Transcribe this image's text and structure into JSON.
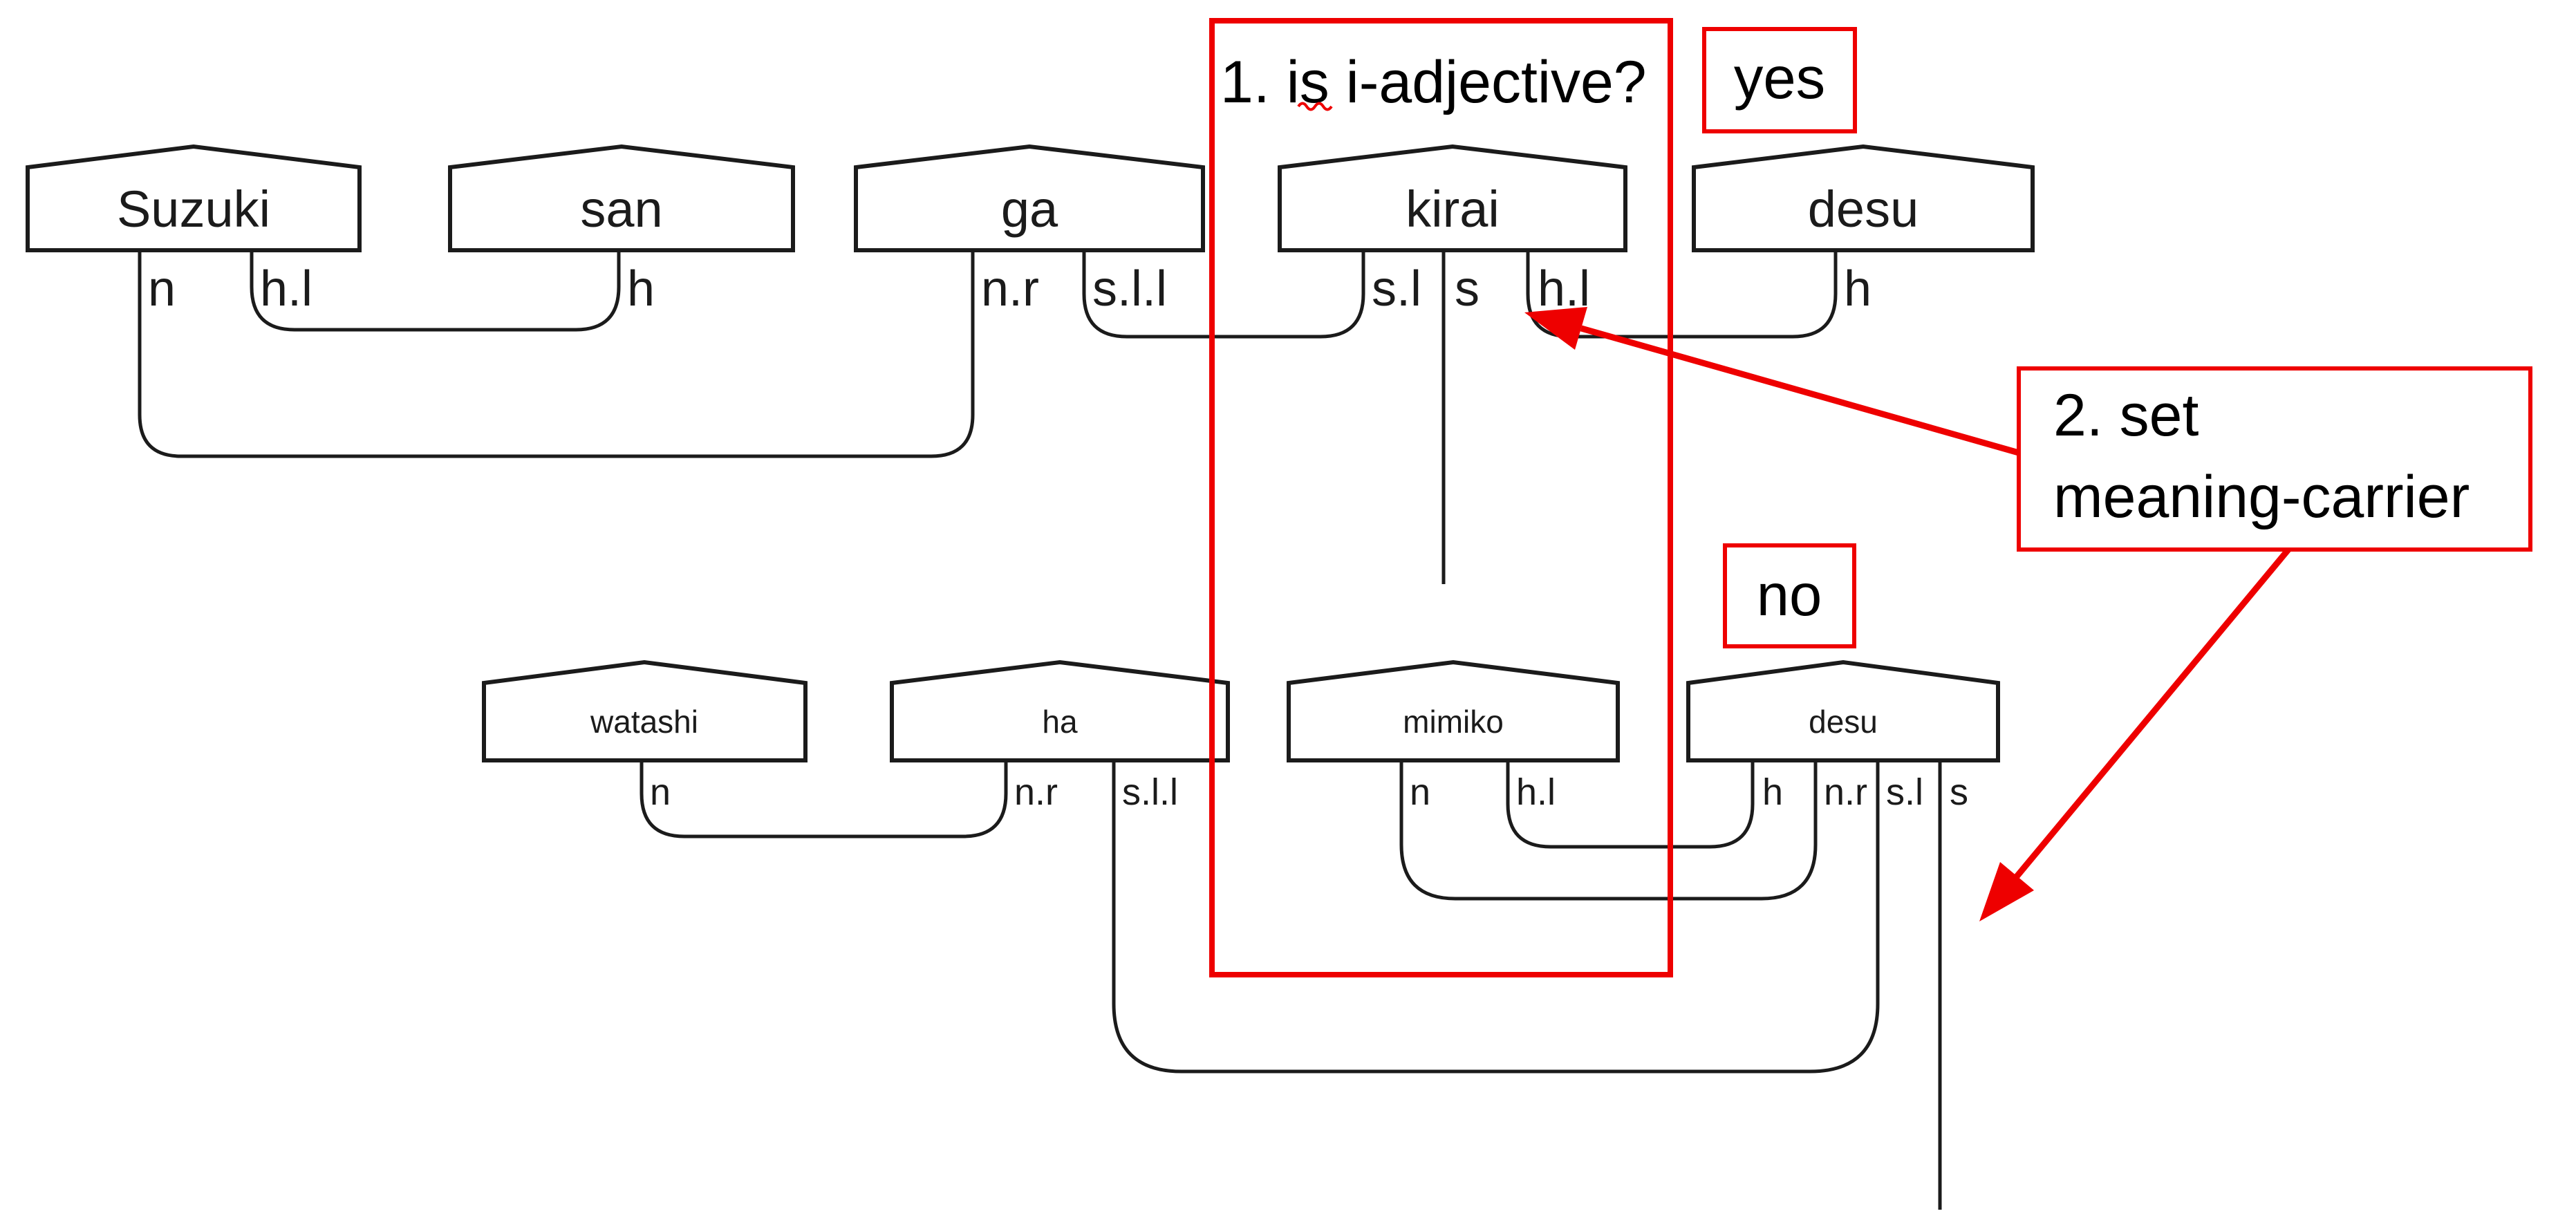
{
  "colors": {
    "ink": "#1b1b1b",
    "highlight": "#ee0000"
  },
  "annotations": {
    "step1_label": "1. is i-adjective?",
    "yes_label": "yes",
    "no_label": "no",
    "step2_label_line1": "2. set",
    "step2_label_line2": "meaning-carrier"
  },
  "top": {
    "words": [
      {
        "text": "Suzuki",
        "ports": [
          "n",
          "h.l"
        ]
      },
      {
        "text": "san",
        "ports": [
          "h"
        ]
      },
      {
        "text": "ga",
        "ports": [
          "n.r",
          "s.l.l"
        ]
      },
      {
        "text": "kirai",
        "ports": [
          "s.l",
          "s",
          "h.l"
        ]
      },
      {
        "text": "desu",
        "ports": [
          "h"
        ]
      }
    ],
    "links": [
      "Suzuki.n-ga.n.r",
      "Suzuki.h.l-san.h",
      "ga.s.l.l-kirai.s.l",
      "kirai.h.l-desu.h",
      "kirai.s-dangling"
    ]
  },
  "bottom": {
    "words": [
      {
        "text": "watashi",
        "ports": [
          "n"
        ]
      },
      {
        "text": "ha",
        "ports": [
          "n.r",
          "s.l.l"
        ]
      },
      {
        "text": "mimiko",
        "ports": [
          "n",
          "h.l"
        ]
      },
      {
        "text": "desu",
        "ports": [
          "h",
          "n.r",
          "s.l",
          "s"
        ]
      }
    ],
    "links": [
      "watashi.n-ha.n.r",
      "mimiko.h.l-desu.h",
      "mimiko.n-desu.n.r",
      "ha.s.l.l-desu.s.l",
      "desu.s-dangling"
    ]
  }
}
